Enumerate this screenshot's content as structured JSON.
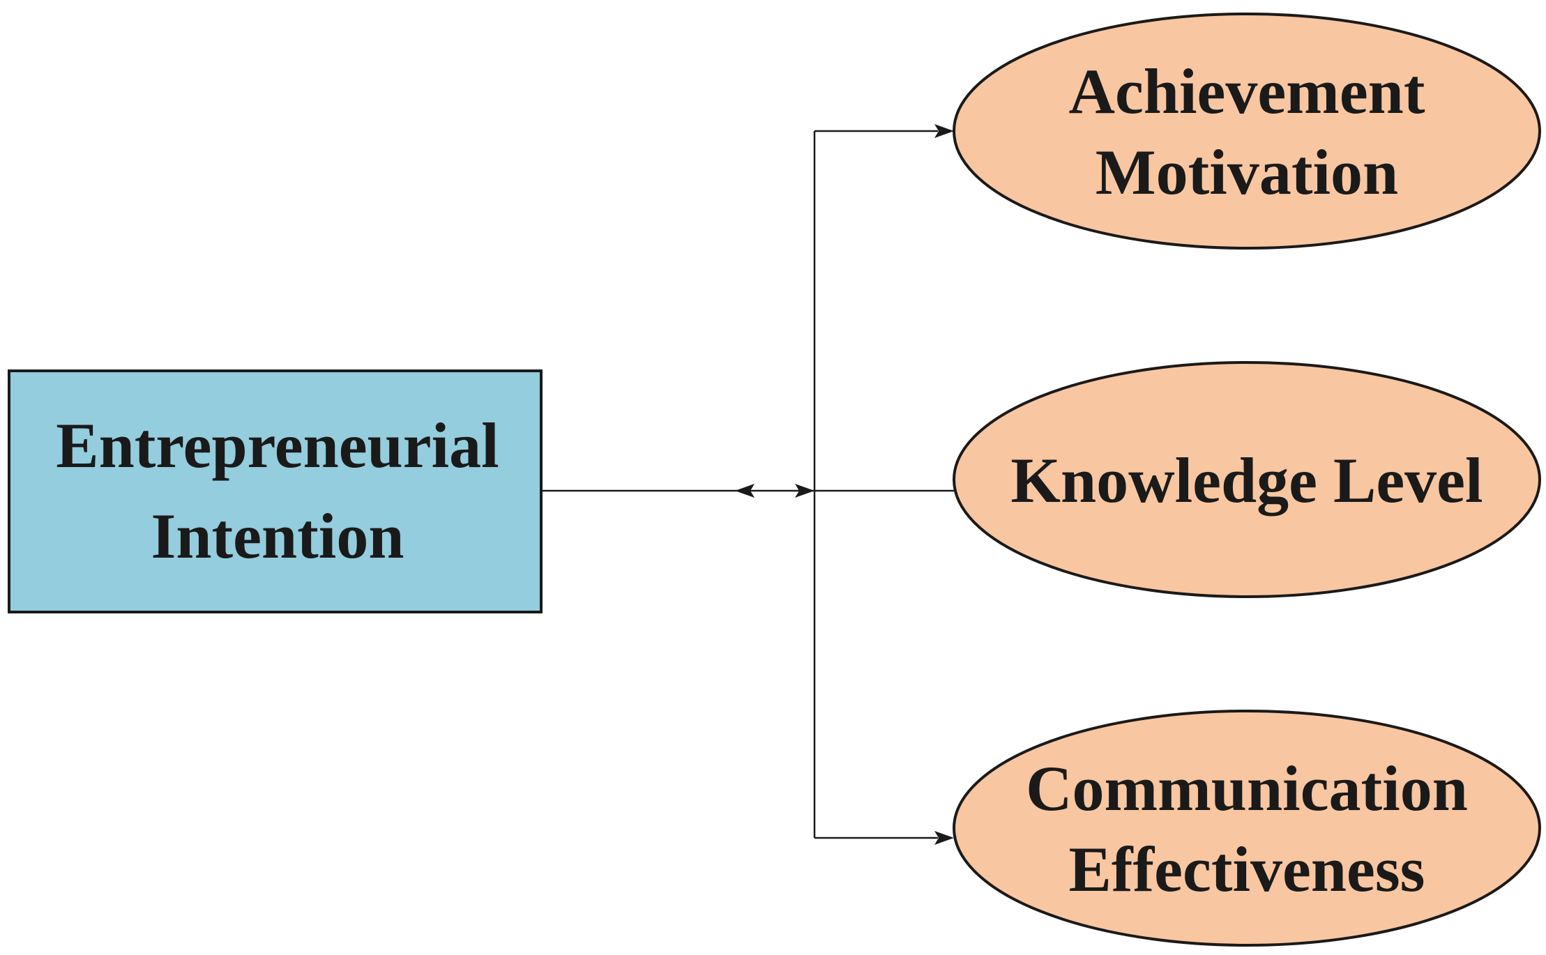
{
  "colors": {
    "box_fill": "#94cddd",
    "ellipse_fill": "#f8c6a0",
    "outline": "#1a1a1a"
  },
  "nodes": {
    "entrepreneurial_intention": {
      "line1": "Entrepreneurial",
      "line2": "Intention"
    },
    "achievement_motivation": {
      "line1": "Achievement",
      "line2": "Motivation"
    },
    "knowledge_level": {
      "line1": "Knowledge Level"
    },
    "communication_effectiveness": {
      "line1": "Communication",
      "line2": "Effectiveness"
    }
  }
}
